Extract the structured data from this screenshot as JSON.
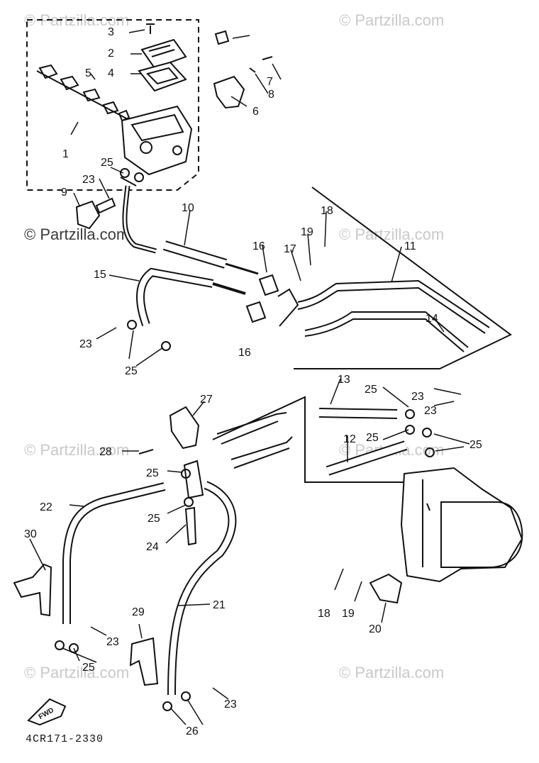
{
  "watermark": "© Partzilla.com",
  "diagram_code": "4CR171-2330",
  "fwd_label": "FWD",
  "callouts": [
    "1",
    "2",
    "3",
    "4",
    "5",
    "6",
    "7",
    "8",
    "9",
    "10",
    "11",
    "12",
    "13",
    "14",
    "15",
    "16",
    "16",
    "17",
    "18",
    "18",
    "19",
    "19",
    "20",
    "21",
    "22",
    "23",
    "23",
    "23",
    "23",
    "23",
    "23",
    "24",
    "25",
    "25",
    "25",
    "25",
    "25",
    "25",
    "25",
    "25",
    "26",
    "27",
    "28",
    "29",
    "30"
  ]
}
